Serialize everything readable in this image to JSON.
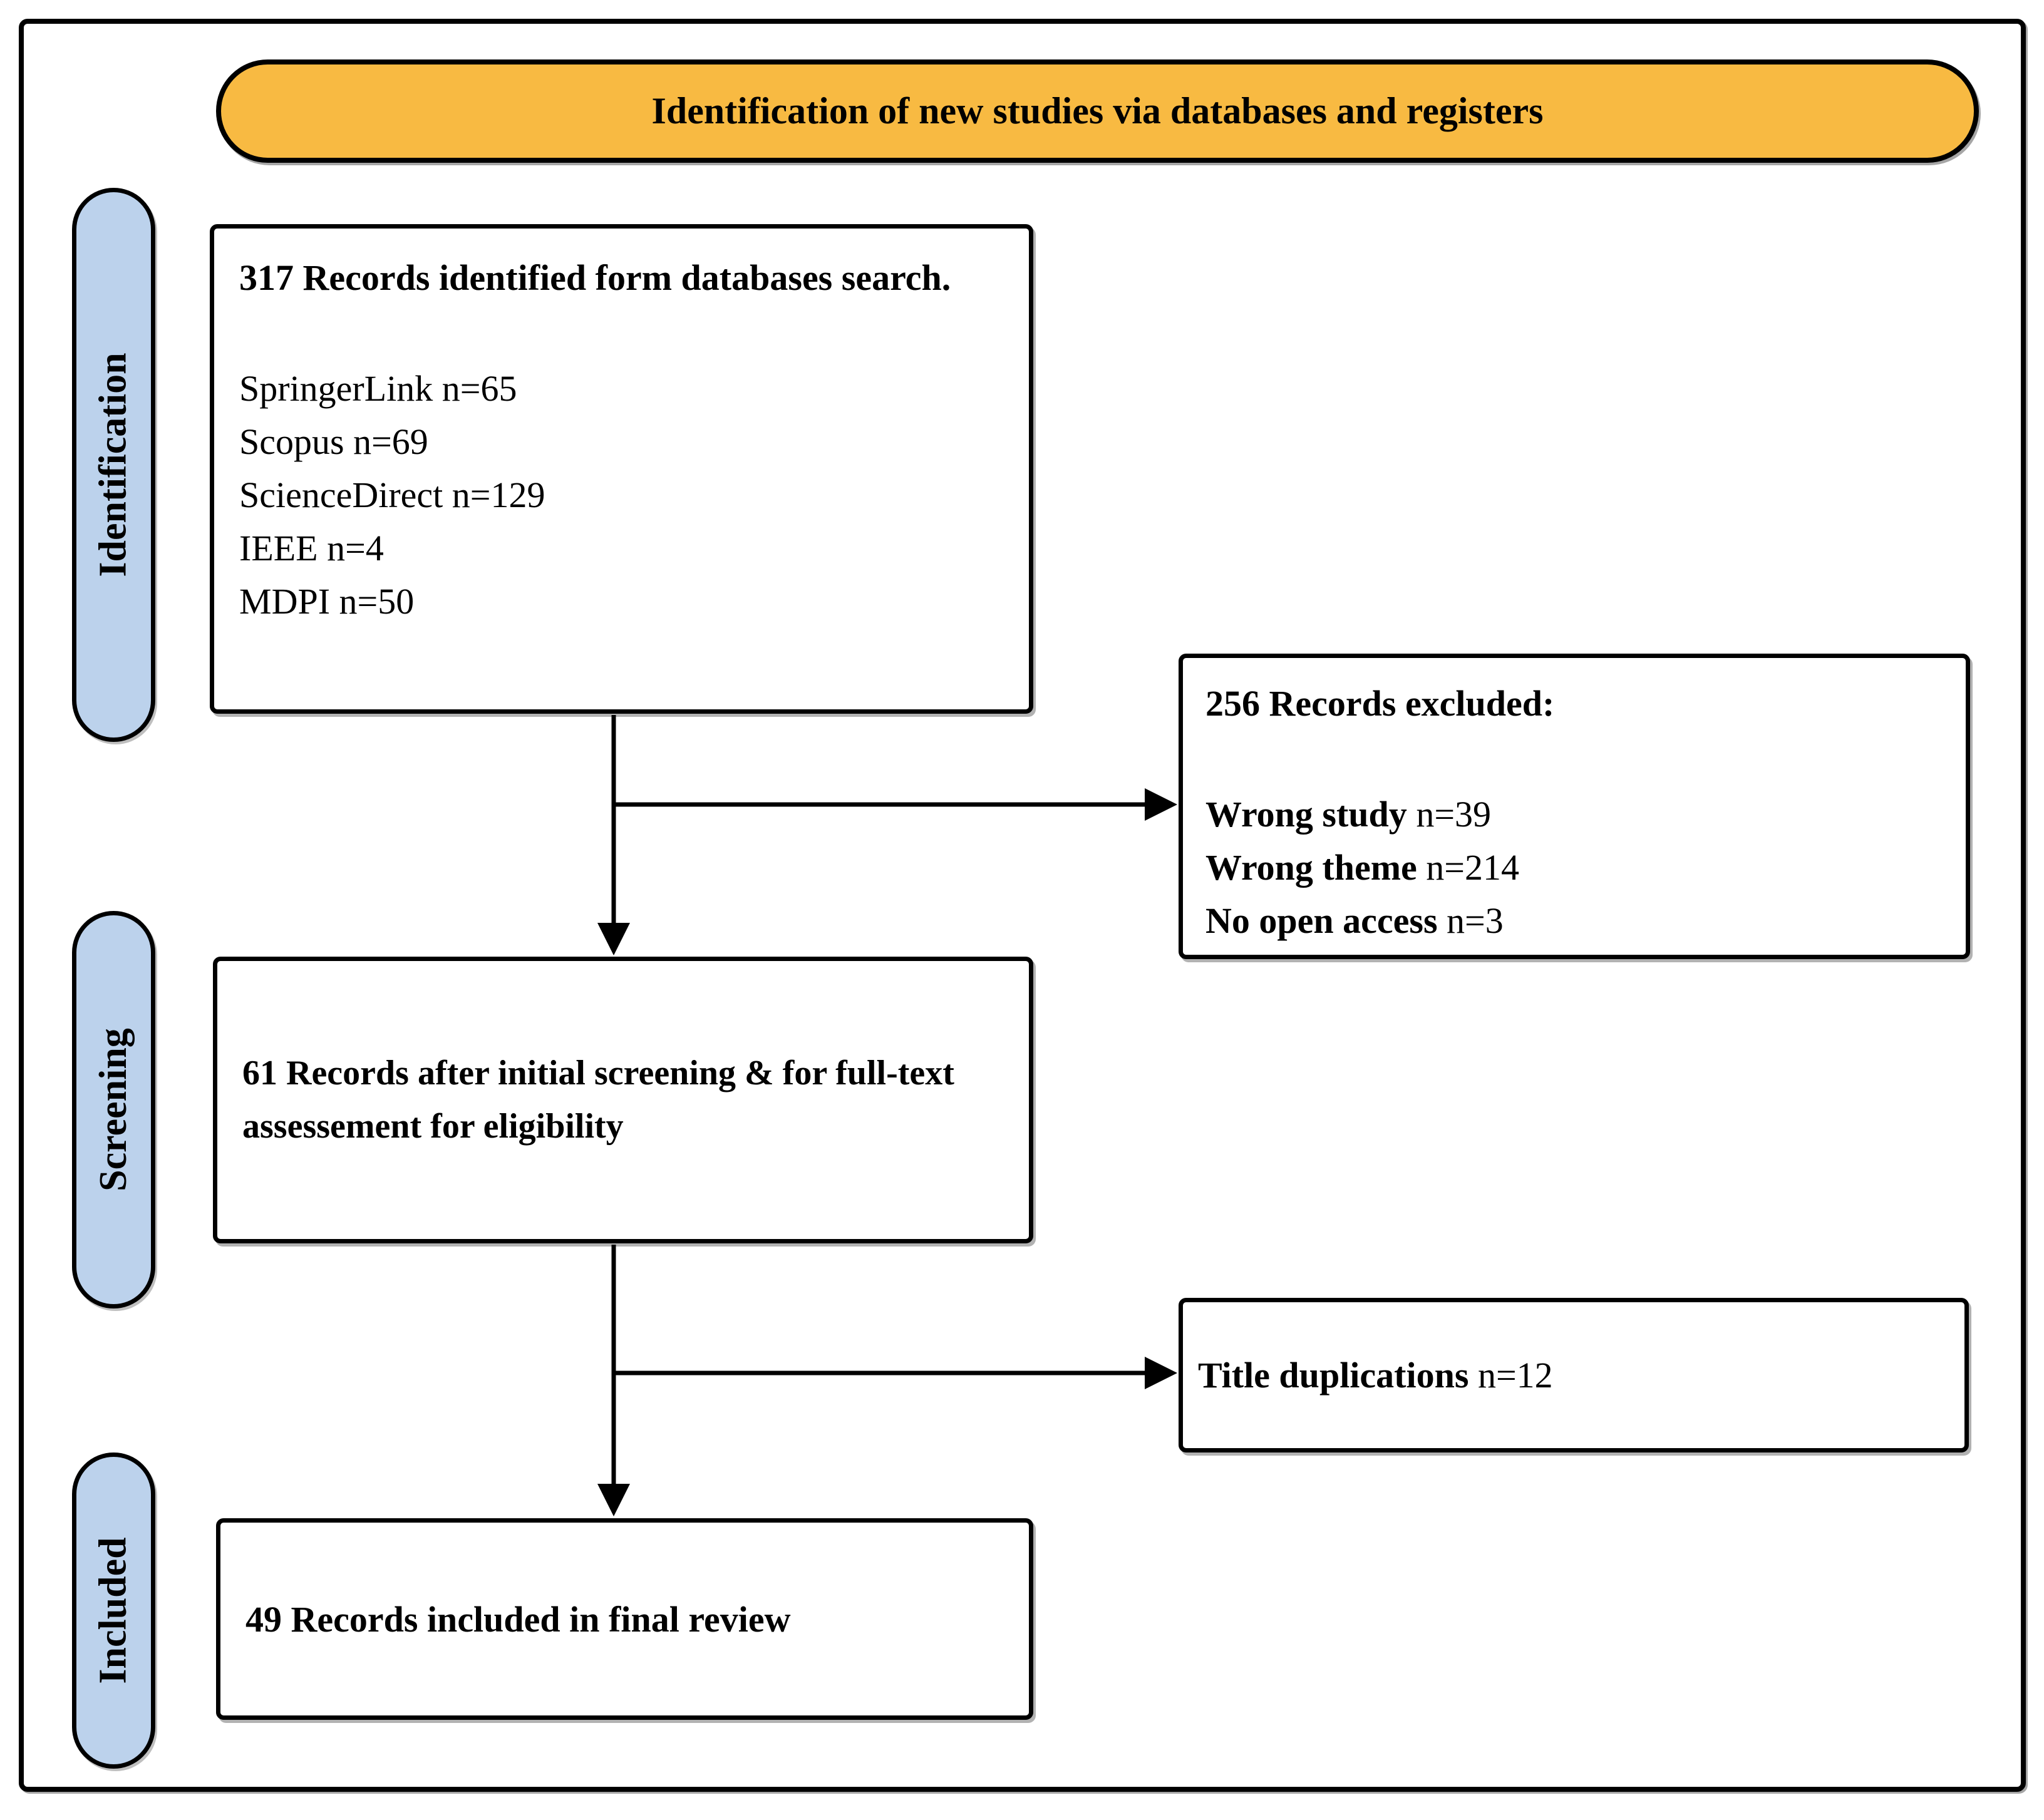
{
  "banner": {
    "title": "Identification of new studies via databases and registers"
  },
  "colors": {
    "banner_bg": "#F8BA42",
    "stage_bg": "#BCD2EC",
    "line": "#000000"
  },
  "stages": {
    "identification": "Identification",
    "screening": "Screening",
    "included": "Included"
  },
  "boxes": {
    "identified": {
      "heading": "317 Records identified form databases search.",
      "sources": [
        {
          "name": "SpringerLink",
          "count": "n=65"
        },
        {
          "name": "Scopus",
          "count": "n=69"
        },
        {
          "name": "ScienceDirect",
          "count": "n=129"
        },
        {
          "name": "IEEE",
          "count": "n=4"
        },
        {
          "name": "MDPI",
          "count": "n=50"
        }
      ]
    },
    "excluded": {
      "heading": "256 Records excluded:",
      "reasons": [
        {
          "label": "Wrong study",
          "count": "n=39"
        },
        {
          "label": "Wrong theme",
          "count": "n=214"
        },
        {
          "label": "No open access",
          "count": "n=3"
        }
      ]
    },
    "screened": {
      "text": "61 Records after initial screening & for full-text assessement for eligibility"
    },
    "duplications": {
      "label": "Title duplications",
      "count": "n=12"
    },
    "included_final": {
      "text": "49 Records included in final review"
    }
  }
}
